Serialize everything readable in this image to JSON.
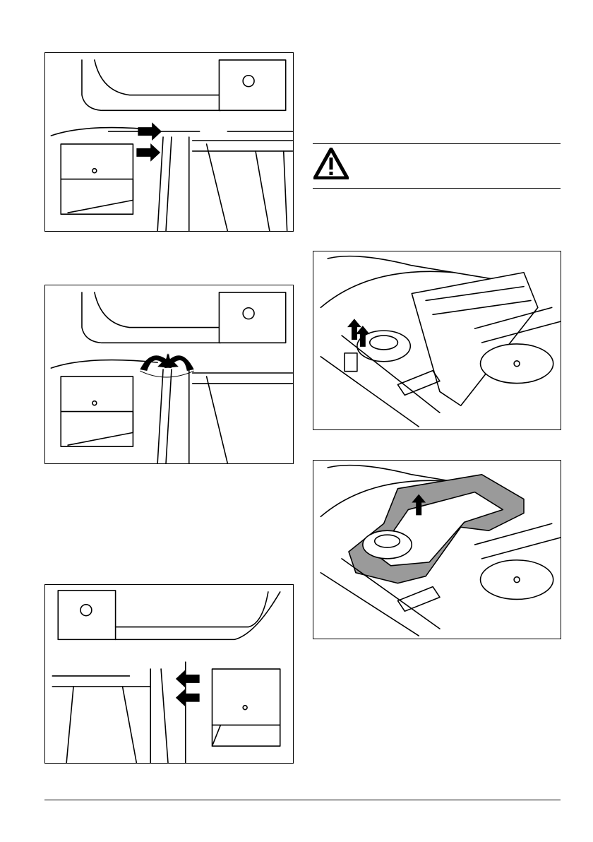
{
  "page": {
    "figures": [
      {
        "id": "fig-1",
        "alt": "arrows-pointing-to-cable-nuts"
      },
      {
        "id": "fig-2",
        "alt": "rotation-arrows-on-cable"
      },
      {
        "id": "fig-3",
        "alt": "arrows-pointing-to-cable-nuts-mirrored"
      },
      {
        "id": "fig-4",
        "alt": "lift-arrows-on-cutting-deck"
      },
      {
        "id": "fig-5",
        "alt": "highlighted-bracket-lifted"
      }
    ],
    "warning": {
      "icon": "warning-triangle-icon"
    },
    "colors": {
      "line": "#000000",
      "highlight": "#9a9a9a",
      "background": "#ffffff"
    }
  }
}
